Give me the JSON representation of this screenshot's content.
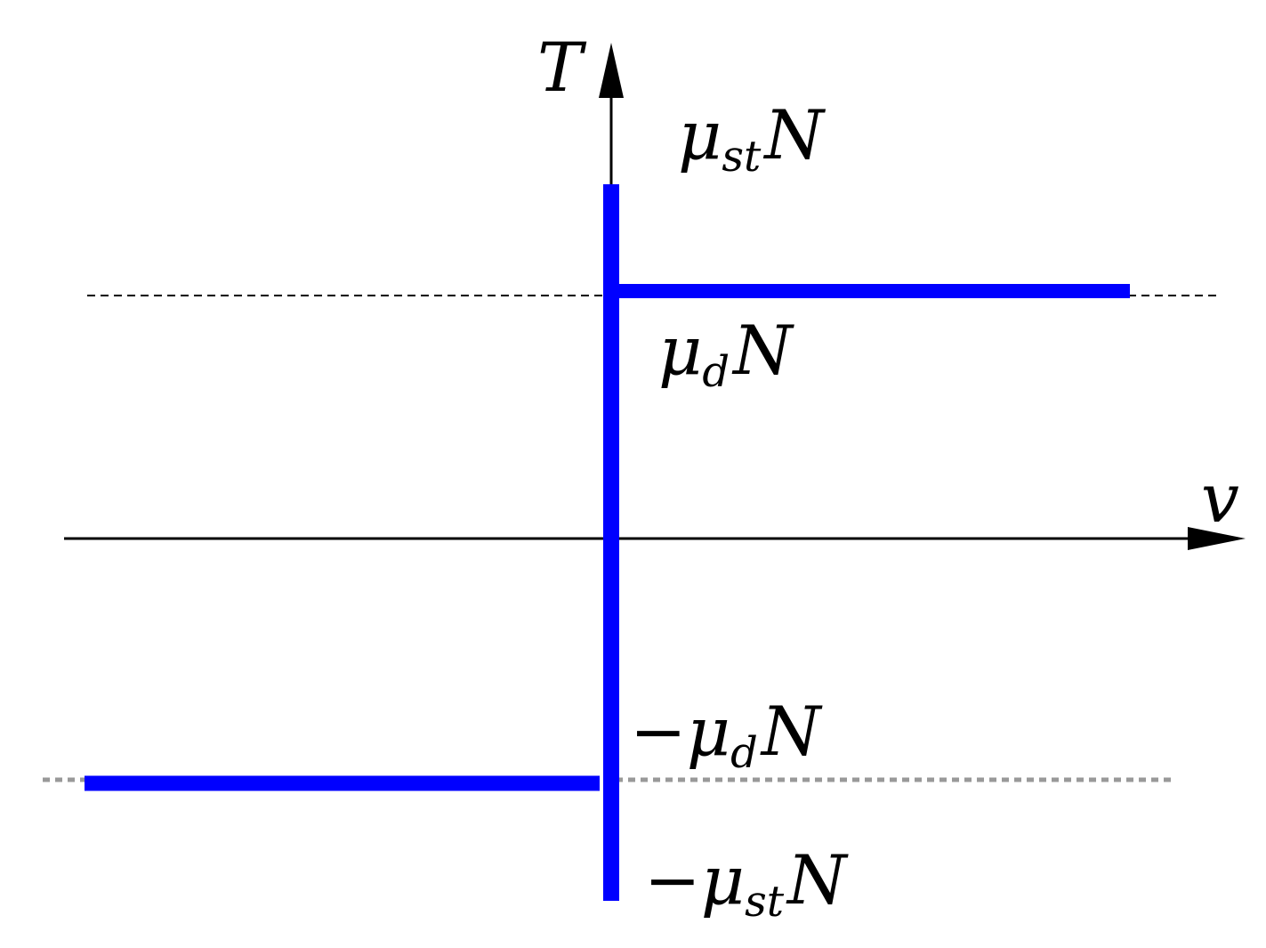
{
  "axes": {
    "y_label": "T",
    "x_label": "v"
  },
  "levels": {
    "static_pos": {
      "symbol": "μ",
      "subscript": "st",
      "var": "N"
    },
    "dynamic_pos": {
      "symbol": "μ",
      "subscript": "d",
      "var": "N"
    },
    "dynamic_neg": {
      "sign": "−",
      "symbol": "μ",
      "subscript": "d",
      "var": "N"
    },
    "static_neg": {
      "sign": "−",
      "symbol": "μ",
      "subscript": "st",
      "var": "N"
    }
  },
  "colors": {
    "curve": "#0000ff",
    "axis": "#000000",
    "dashed_pos": "#000000",
    "dashed_neg": "#999999"
  }
}
